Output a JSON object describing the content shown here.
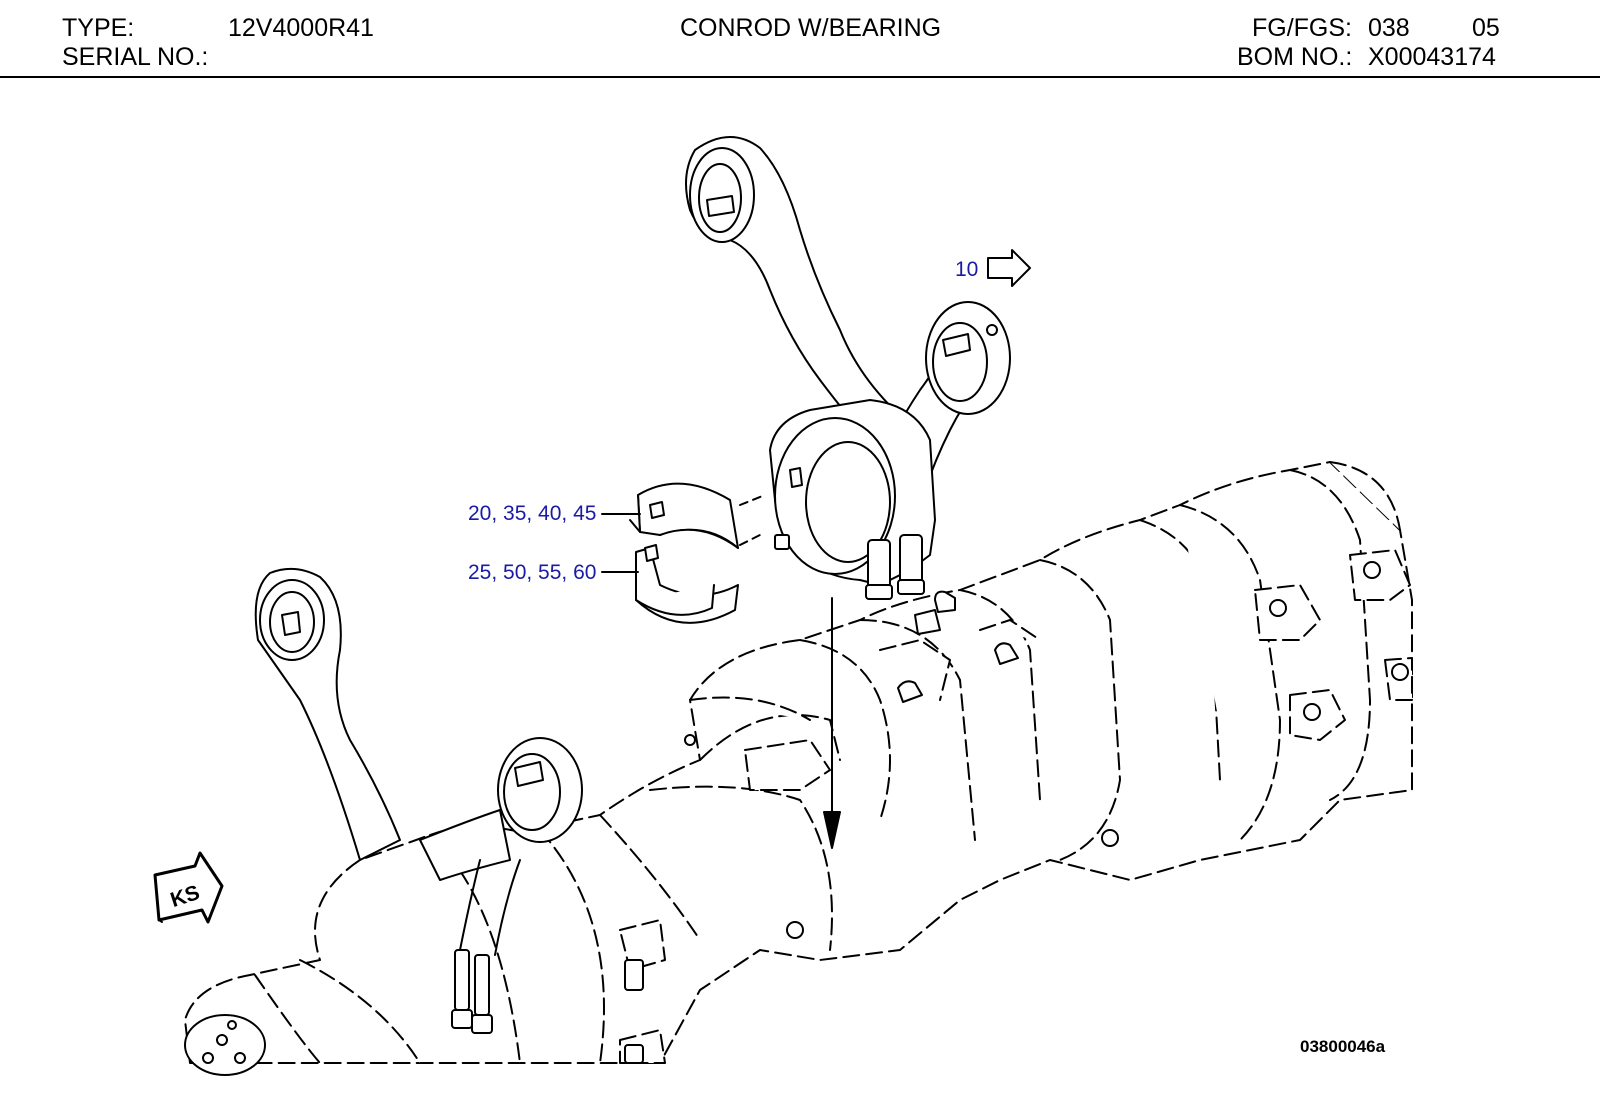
{
  "header": {
    "type_label": "TYPE:",
    "type_value": "12V4000R41",
    "serial_label": "SERIAL NO.:",
    "serial_value": "",
    "title": "CONROD W/BEARING",
    "fgfgs_label": "FG/FGS:",
    "fgfgs_value": "038",
    "fgfgs_suffix": "05",
    "bom_label": "BOM NO.:",
    "bom_value": "X00043174"
  },
  "callouts": {
    "conrod": "10",
    "upper_bearing": "20, 35, 40, 45",
    "lower_bearing": "25, 50, 55, 60"
  },
  "badge": {
    "ks": "KS"
  },
  "figure_id": "03800046a",
  "colors": {
    "callout": "#1a1aa6",
    "line": "#000000"
  }
}
